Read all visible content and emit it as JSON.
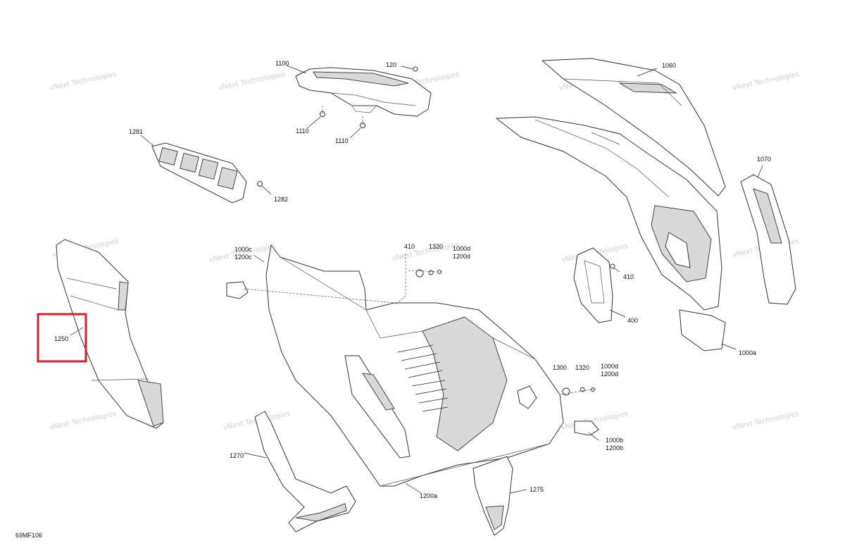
{
  "diagram_code": "69MF106",
  "watermark": "vNext Technologies",
  "highlight_color": "#d0202a",
  "callouts": {
    "p1100": "1100",
    "p120": "120",
    "p1110a": "1110",
    "p1110b": "1110",
    "p1060": "1060",
    "p1281": "1281",
    "p1282": "1282",
    "p1070": "1070",
    "p1000c": "1000c",
    "p1200c": "1200c",
    "p410a": "410",
    "p1320a": "1320",
    "p1000d_a": "1000d",
    "p1200d_a": "1200d",
    "p410b": "410",
    "p400": "400",
    "p1250": "1250",
    "p1000a": "1000a",
    "p1300": "1300",
    "p1320b": "1320",
    "p1000d_b": "1000d",
    "p1200d_b": "1200d",
    "p1270": "1270",
    "p1000b": "1000b",
    "p1200b": "1200b",
    "p1275": "1275",
    "p1200a": "1200a"
  }
}
